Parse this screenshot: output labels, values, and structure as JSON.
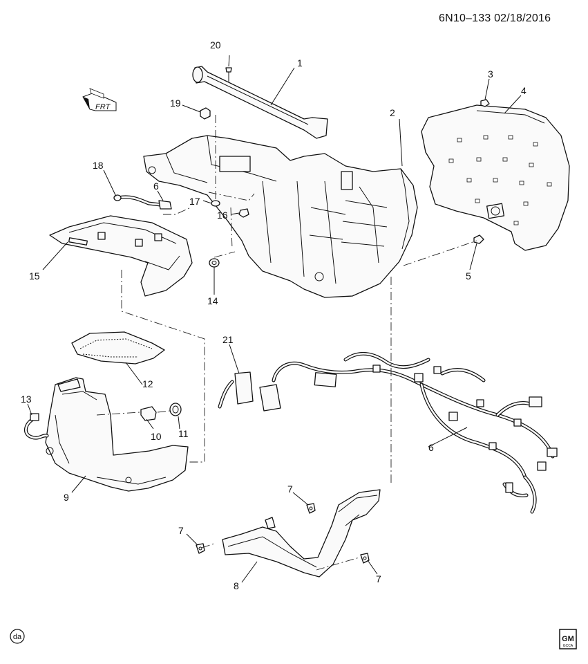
{
  "header": {
    "doc_id": "6N10–133  02/18/2016"
  },
  "direction_label": "FRT",
  "callouts": [
    "1",
    "2",
    "3",
    "4",
    "5",
    "6",
    "6",
    "7",
    "7",
    "7",
    "8",
    "9",
    "10",
    "11",
    "12",
    "13",
    "14",
    "15",
    "16",
    "17",
    "18",
    "19",
    "20",
    "21"
  ],
  "footer": {
    "left_badge": "da",
    "logo_top": "GM",
    "logo_bottom": "GCCA"
  }
}
